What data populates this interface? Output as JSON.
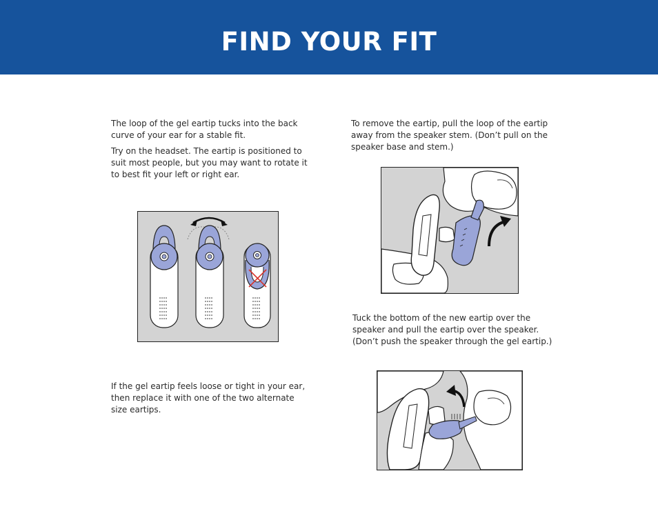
{
  "header": {
    "title": "FIND YOUR FIT",
    "background_color": "#16539c"
  },
  "left_column": {
    "para1": "The loop of the gel eartip tucks into the back curve of your ear for a stable fit.",
    "para2": "Try on the headset. The eartip is positioned to suit most people, but you may want to rotate it to best fit your left or right ear.",
    "para3": "If the gel eartip feels loose or tight in your ear, then replace it with one of the two alternate size eartips."
  },
  "right_column": {
    "para1": "To remove the eartip, pull the loop of the eartip away from the speaker stem. (Don’t pull on the speaker base and stem.)",
    "para2": "Tuck the bottom of the new eartip over the speaker and pull the eartip over the speaker. (Don’t push the speaker through the gel eartip.)"
  },
  "colors": {
    "eartip": "#9aa5d8",
    "figure_background": "#d3d3d3",
    "error_mark": "#d9342b"
  }
}
